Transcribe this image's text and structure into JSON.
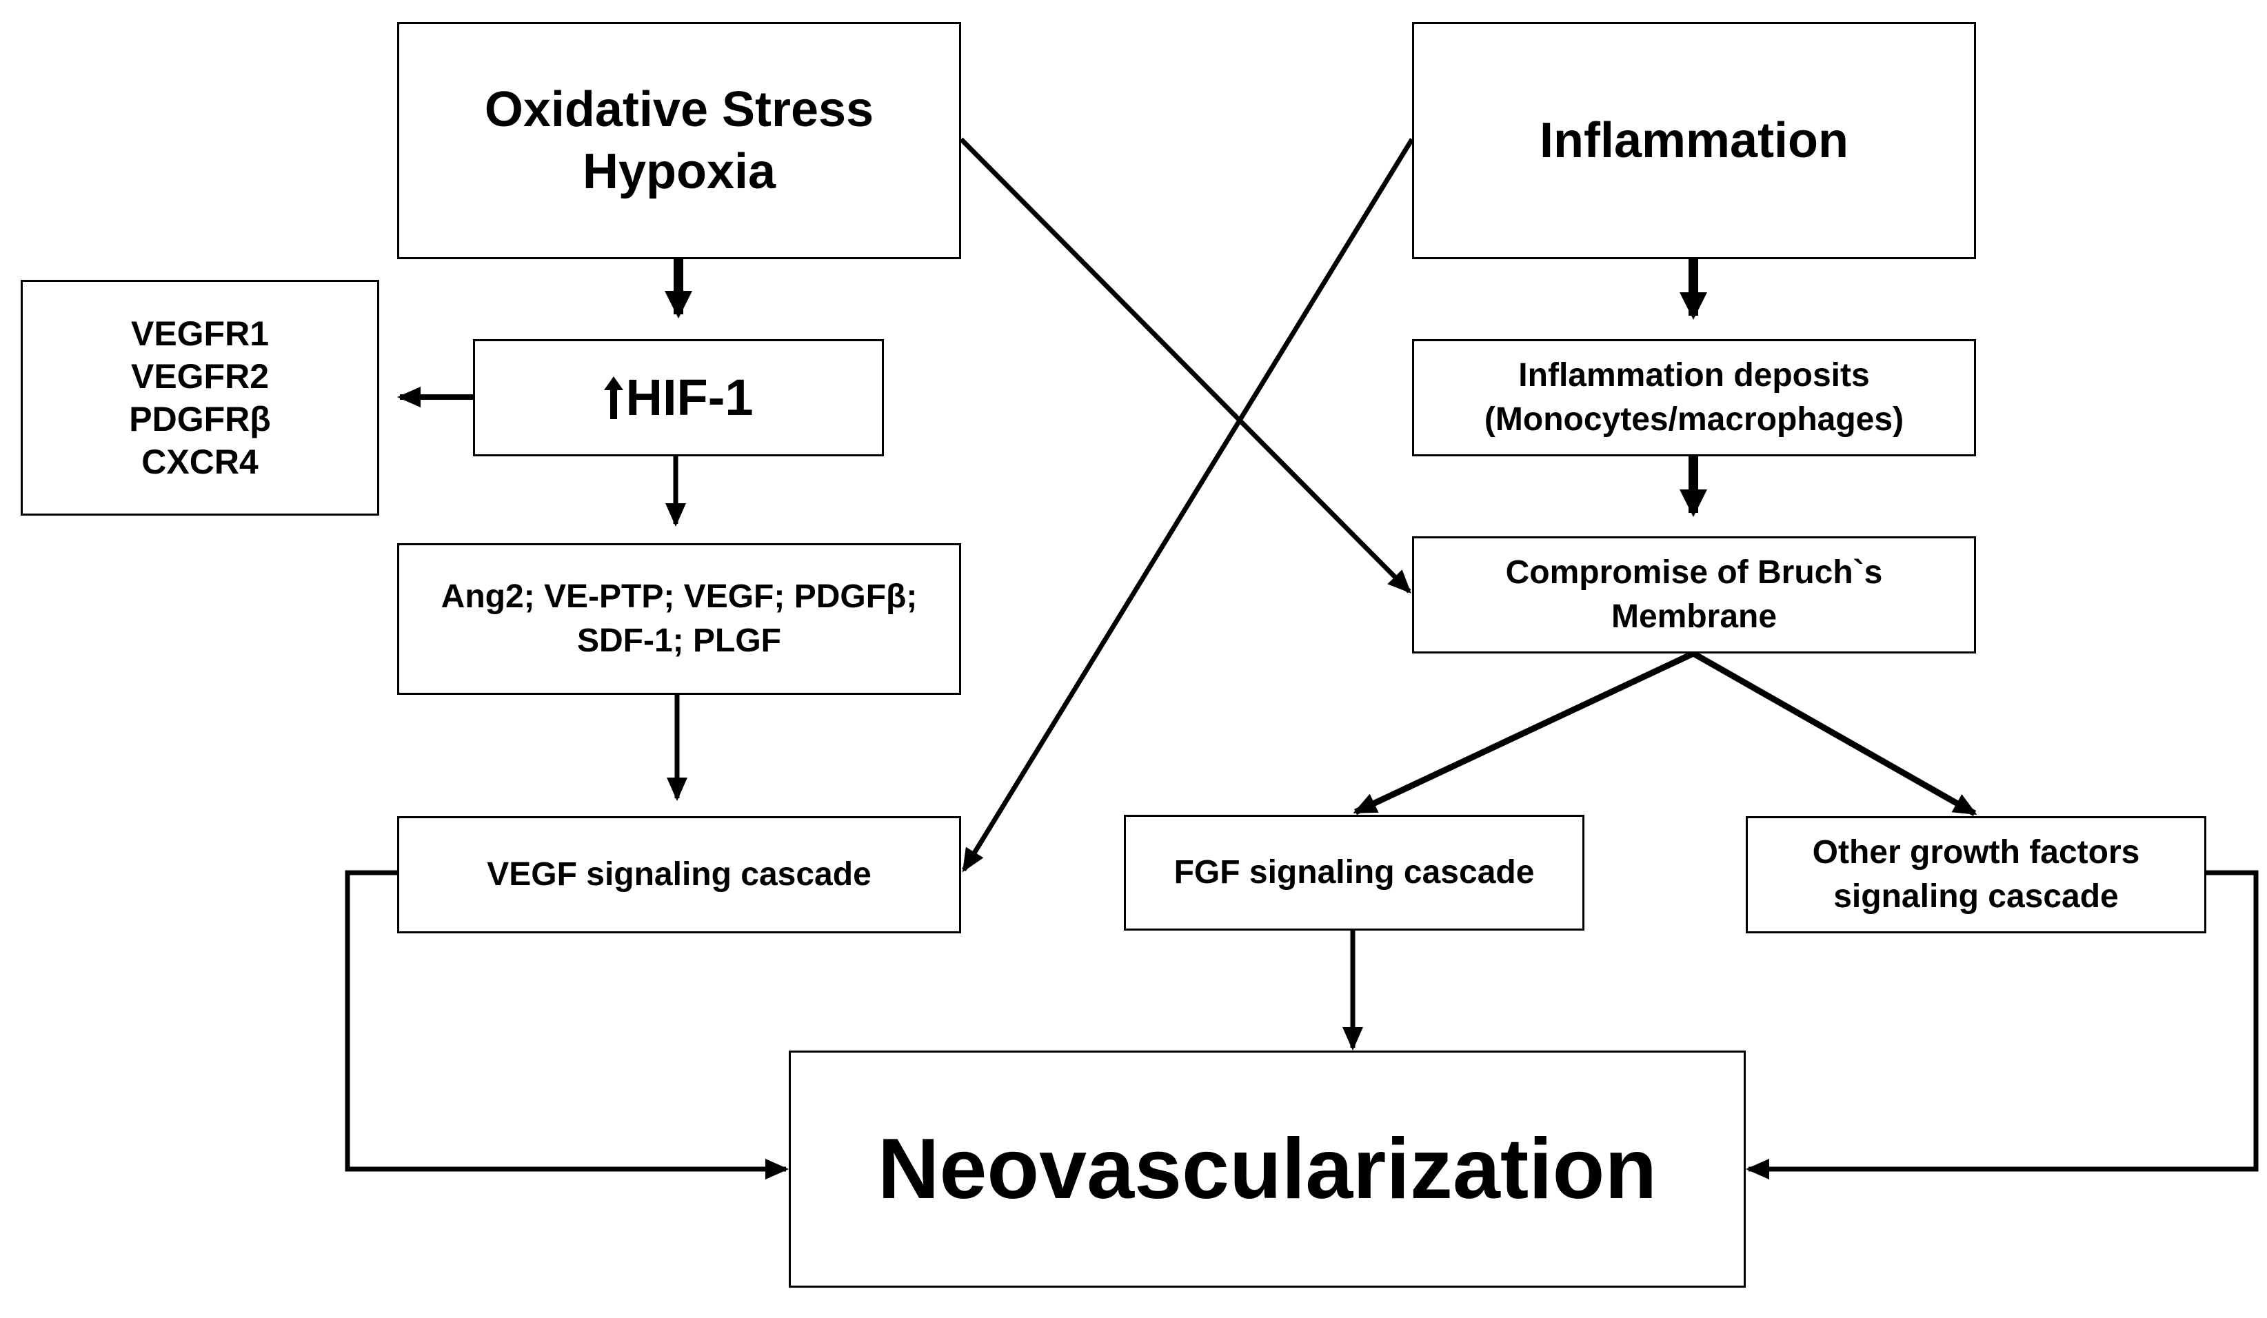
{
  "nodes": {
    "oxidative": {
      "lines": [
        "Oxidative Stress",
        "Hypoxia"
      ]
    },
    "inflammation": {
      "lines": [
        "Inflammation"
      ]
    },
    "receptors": {
      "lines": [
        "VEGFR1",
        "VEGFR2",
        "PDGFRβ",
        "CXCR4"
      ]
    },
    "hif": {
      "label": "HIF-1",
      "icon": "up-arrow-icon"
    },
    "ang": {
      "lines": [
        "Ang2; VE-PTP; VEGF; PDGFβ;",
        "SDF-1; PLGF"
      ]
    },
    "deposits": {
      "lines": [
        "Inflammation deposits",
        "(Monocytes/macrophages)"
      ]
    },
    "bruch": {
      "lines": [
        "Compromise of Bruch`s",
        "Membrane"
      ]
    },
    "vegf": {
      "lines": [
        "VEGF signaling cascade"
      ]
    },
    "fgf": {
      "lines": [
        "FGF signaling cascade"
      ]
    },
    "other": {
      "lines": [
        "Other growth factors",
        "signaling cascade"
      ]
    },
    "neo": {
      "lines": [
        "Neovascularization"
      ]
    }
  },
  "colors": {
    "stroke": "#000000",
    "background": "#ffffff"
  }
}
